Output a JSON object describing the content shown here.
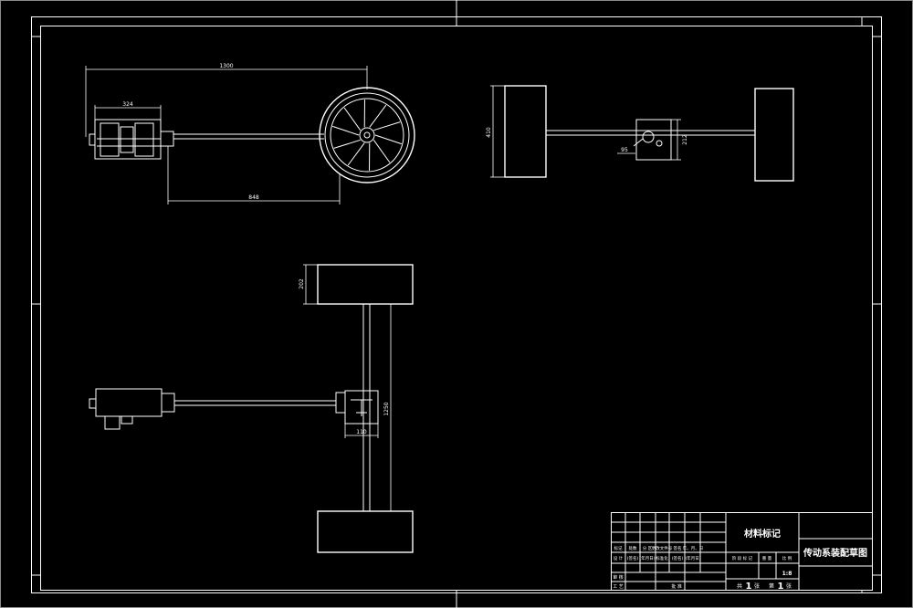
{
  "drawing": {
    "colors": {
      "background": "#000000",
      "line": "#ffffff"
    },
    "side_view": {
      "dim_overall": "1300",
      "dim_motor": "324",
      "dim_axle": "848"
    },
    "rear_view": {
      "dim_wheel_height": "410",
      "dim_diff_height": "212",
      "dim_diff_small": "95"
    },
    "plan_view": {
      "dim_wheel_width": "202",
      "dim_diff_width": "110",
      "dim_track": "1250"
    }
  },
  "title_block": {
    "material_label": "材料标记",
    "drawing_title": "传动系装配草图",
    "scale_value": "1:8",
    "sheet_total_label": "共",
    "sheet_total_value": "1",
    "sheet_total_unit": "张",
    "sheet_index_label": "第",
    "sheet_index_value": "1",
    "sheet_index_unit": "张",
    "revision_headers": [
      "标记",
      "处数",
      "分 区",
      "更改文件号",
      "签名",
      "年、月、日"
    ],
    "approval_row": [
      "设 计",
      "(签名)",
      "(年月日)",
      "标准化",
      "(签名)",
      "(年月日)"
    ],
    "stage_headers": [
      "阶 段 标 记",
      "重 量",
      "比 例"
    ],
    "review_label": "审 核",
    "process_label": "工 艺",
    "approve_label": "批 准"
  }
}
